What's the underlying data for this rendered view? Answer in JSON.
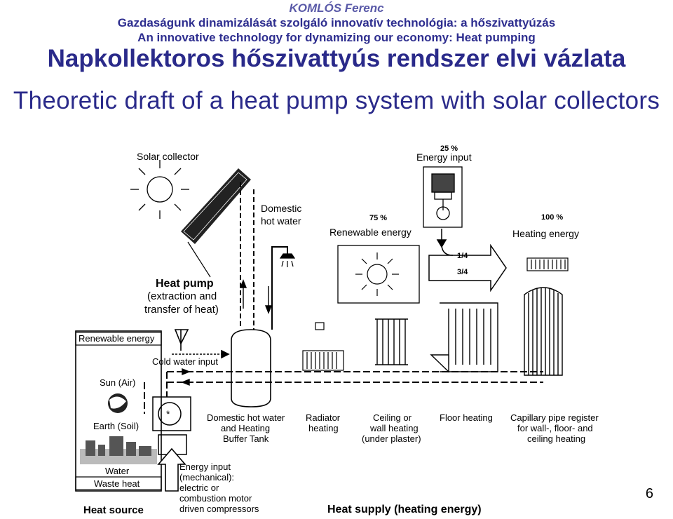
{
  "header": {
    "author": "KOMLÓS Ferenc",
    "subtitle_hu": "Gazdaságunk dinamizálását szolgáló innovatív technológia: a hőszivattyúzás",
    "subtitle_en": "An innovative technology for dynamizing our economy: Heat pumping",
    "title_hu": "Napkollektoros hőszivattyús rendszer elvi vázlata",
    "title_en": "Theoretic draft of a heat pump system with solar collectors"
  },
  "diagram": {
    "solar_collector": "Solar collector",
    "energy_input_pct": "25 %",
    "energy_input": "Energy input",
    "domestic_hot_water_1": "Domestic",
    "domestic_hot_water_2": "hot water",
    "renewable_pct": "75 %",
    "renewable_energy": "Renewable energy",
    "heating_pct": "100 %",
    "heating_energy": "Heating energy",
    "fraction_quarter": "1/4",
    "fraction_three_quarters": "3/4",
    "heat_pump_title": "Heat pump",
    "heat_pump_desc_1": "(extraction and",
    "heat_pump_desc_2": "transfer of heat)",
    "renewable_energy_box": "Renewable energy",
    "cold_water_input": "Cold water input",
    "sun_air": "Sun (Air)",
    "earth_soil": "Earth (Soil)",
    "water": "Water",
    "waste_heat": "Waste heat",
    "heat_source": "Heat source",
    "tank_label": [
      "Domestic hot water",
      "and Heating",
      "Buffer Tank"
    ],
    "radiator_label": [
      "Radiator",
      "heating"
    ],
    "ceiling_label": [
      "Ceiling or",
      "wall heating",
      "(under plaster)"
    ],
    "floor_label": "Floor heating",
    "capillary_label": [
      "Capillary pipe register",
      "for wall-, floor- and",
      "ceiling heating"
    ],
    "mech_input": [
      "Energy input",
      "(mechanical):",
      "electric or",
      "combustion motor",
      "driven compressors"
    ],
    "heat_supply": "Heat supply (heating energy)"
  },
  "page_number": "6"
}
